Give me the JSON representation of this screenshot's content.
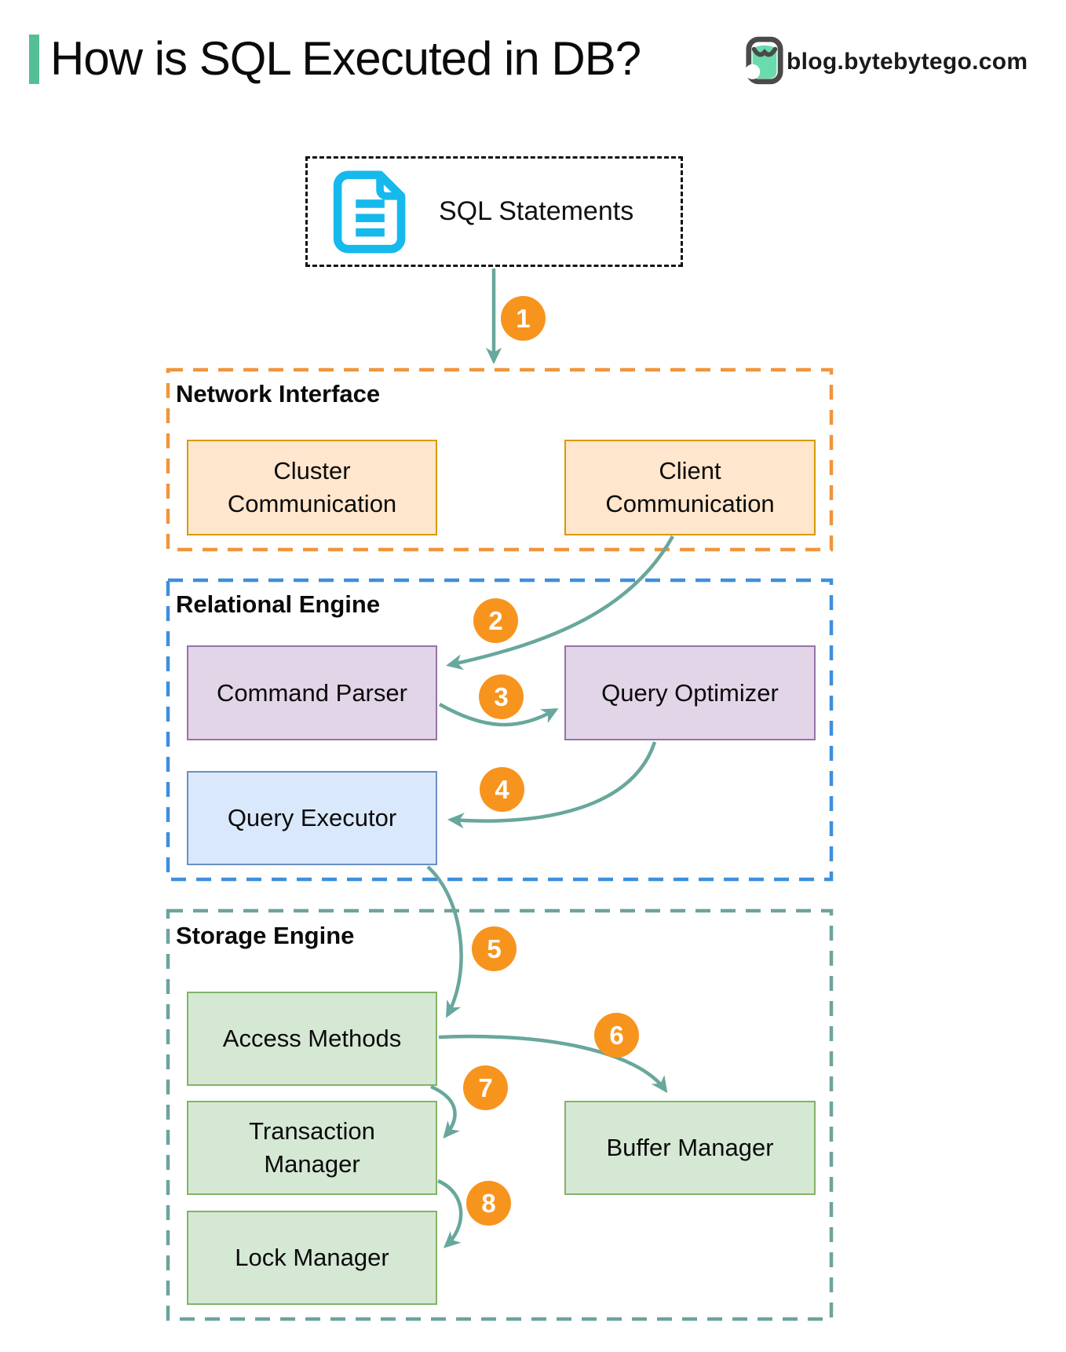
{
  "header": {
    "title": "How is SQL Executed in DB?",
    "brand": "blog.bytebytego.com"
  },
  "source": {
    "label": "SQL Statements",
    "icon": "document-icon"
  },
  "sections": {
    "network": {
      "label": "Network Interface",
      "border_color": "#F0953C",
      "nodes": {
        "cluster": {
          "lines": [
            "Cluster",
            "Communication"
          ]
        },
        "client": {
          "lines": [
            "Client",
            "Communication"
          ]
        }
      }
    },
    "relational": {
      "label": "Relational Engine",
      "border_color": "#3F8EDC",
      "nodes": {
        "command_parser": {
          "lines": [
            "Command Parser"
          ]
        },
        "query_optimizer": {
          "lines": [
            "Query Optimizer"
          ]
        },
        "query_executor": {
          "lines": [
            "Query Executor"
          ]
        }
      }
    },
    "storage": {
      "label": "Storage Engine",
      "border_color": "#6CA49D",
      "nodes": {
        "access_methods": {
          "lines": [
            "Access Methods"
          ]
        },
        "transaction_manager": {
          "lines": [
            "Transaction",
            "Manager"
          ]
        },
        "buffer_manager": {
          "lines": [
            "Buffer Manager"
          ]
        },
        "lock_manager": {
          "lines": [
            "Lock Manager"
          ]
        }
      }
    }
  },
  "steps": [
    {
      "num": "1",
      "from": "SQL Statements",
      "to": "Network Interface"
    },
    {
      "num": "2",
      "from": "Client Communication",
      "to": "Command Parser"
    },
    {
      "num": "3",
      "from": "Command Parser",
      "to": "Query Optimizer"
    },
    {
      "num": "4",
      "from": "Query Optimizer",
      "to": "Query Executor"
    },
    {
      "num": "5",
      "from": "Query Executor",
      "to": "Access Methods"
    },
    {
      "num": "6",
      "from": "Access Methods",
      "to": "Buffer Manager"
    },
    {
      "num": "7",
      "from": "Access Methods",
      "to": "Transaction Manager"
    },
    {
      "num": "8",
      "from": "Transaction Manager",
      "to": "Lock Manager"
    }
  ],
  "palette": {
    "accent_green": "#54BE97",
    "logo_green": "#6ADBAD",
    "badge_orange": "#F7941E",
    "arrow_teal": "#68A79C",
    "node_orange_fill": "#FFE6CC",
    "node_orange_border": "#D79B00",
    "node_purple_fill": "#E1D5E7",
    "node_purple_border": "#9673A6",
    "node_blue_fill": "#DAE8FC",
    "node_blue_border": "#6C8EBF",
    "node_green_fill": "#D5E8D4",
    "node_green_border": "#82B366",
    "doc_icon_cyan": "#16B9EC"
  }
}
